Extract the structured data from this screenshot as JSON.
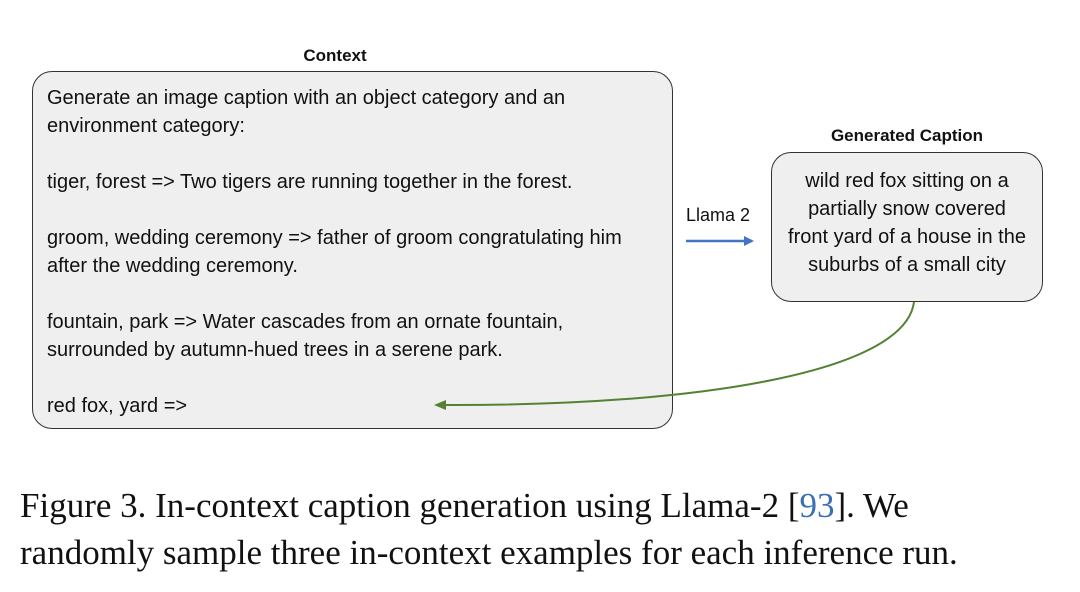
{
  "context": {
    "title": "Context",
    "prompt_line1": "Generate an image caption with an object category and an",
    "prompt_line2": "environment category:",
    "example1": "tiger, forest => Two tigers are running together in the forest.",
    "example2_line1": "groom, wedding ceremony => father of groom congratulating him",
    "example2_line2": "after the wedding ceremony.",
    "example3_line1": "fountain, park => Water cascades from an ornate fountain,",
    "example3_line2": "surrounded by autumn-hued trees in a serene park.",
    "query": "red fox, yard =>"
  },
  "model_label": "Llama 2",
  "generated": {
    "title": "Generated Caption",
    "line1": "wild red fox sitting on a",
    "line2": "partially snow covered",
    "line3": "front yard of a house in the",
    "line4": "suburbs of a small city"
  },
  "figure_caption": {
    "prefix": "Figure 3. In-context caption generation using Llama-2 [",
    "citation": "93",
    "suffix_line1": "]. We",
    "line2": "randomly sample three in-context examples for each inference run."
  },
  "colors": {
    "blue_arrow": "#4472c4",
    "green_arrow": "#548235",
    "citation": "#3a6fb5"
  }
}
